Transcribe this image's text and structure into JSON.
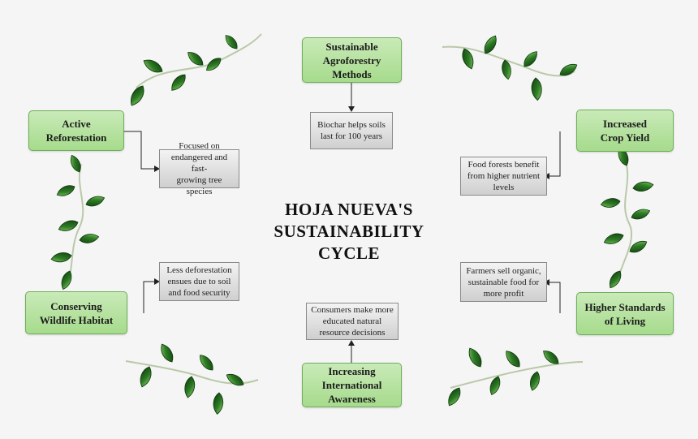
{
  "title": "HOJA NUEVA'S\nSUSTAINABILITY\nCYCLE",
  "colors": {
    "node_fill": "#a6db8c",
    "node_border": "#6fae5a",
    "note_fill": "#dcdcdc",
    "leaf": "#1e5a1a",
    "leaf_highlight": "#8fd66a"
  },
  "nodes": {
    "sustainable": "Sustainable\nAgroforestry\nMethods",
    "crop_yield": "Increased\nCrop Yield",
    "higher_standards": "Higher Standards\nof Living",
    "awareness": "Increasing\nInternational\nAwareness",
    "conserving": "Conserving\nWildlife Habitat",
    "reforestation": "Active\nReforestation"
  },
  "notes": {
    "biochar": "Biochar helps soils\nlast for 100 years",
    "food_forests": "Food forests benefit\nfrom higher nutrient\nlevels",
    "farmers": "Farmers sell organic,\nsustainable food for\nmore profit",
    "consumers": "Consumers make more\neducated natural\nresource decisions",
    "deforestation": "Less deforestation\nensues due to soil\nand food security",
    "focused": "Focused on\nendangered and fast-\ngrowing tree species"
  },
  "decorations": [
    "vine-top-left",
    "vine-top-right",
    "vine-left",
    "vine-right",
    "vine-bottom-left",
    "vine-bottom-right"
  ]
}
